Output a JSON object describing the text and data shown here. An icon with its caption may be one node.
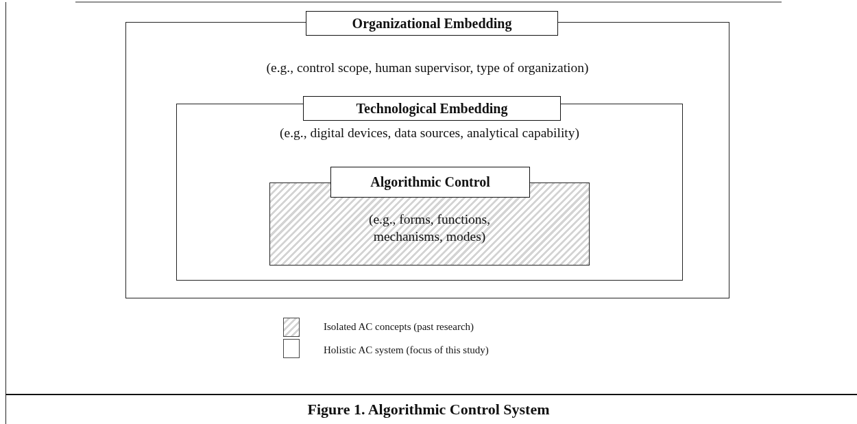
{
  "diagram": {
    "caption": "Figure 1. Algorithmic Control System",
    "nodes": [
      {
        "text": [
          "Organizational Embedding",
          "(e.g., control scope, human supervisor, type of organization)"
        ]
      },
      {
        "text": [
          "Technological Embedding",
          "(e.g., digital devices, data sources, analytical capability)"
        ],
        "in": 0
      },
      {
        "text": [
          "Algorithmic Control",
          "(e.g., forms, functions, mechanisms, modes)"
        ],
        "in": 1
      }
    ],
    "legend": [
      {
        "text": "Isolated AC concepts (past research)"
      },
      {
        "text": "Holistic AC system (focus of this study)"
      }
    ]
  }
}
